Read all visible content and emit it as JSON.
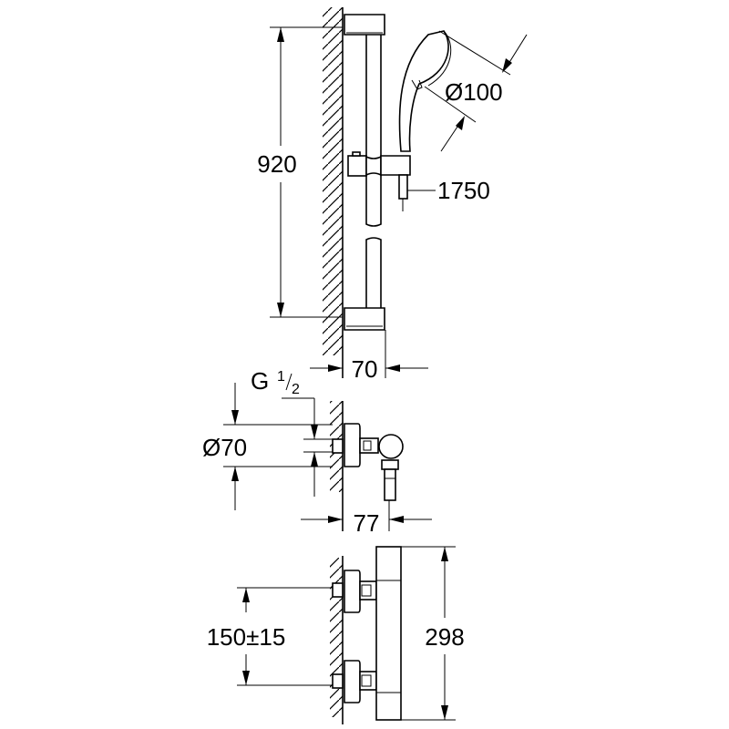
{
  "drawing": {
    "rail": {
      "height_label": "920",
      "depth_label": "70",
      "head_diameter_label": "Ø100",
      "hose_length_label": "1750"
    },
    "side_view": {
      "thread_label_g": "G",
      "thread_label_num": "1",
      "thread_label_den": "2",
      "rosette_diameter_label": "Ø70",
      "depth_label": "77"
    },
    "front_view": {
      "center_distance_label": "150±15",
      "height_label": "298"
    }
  }
}
